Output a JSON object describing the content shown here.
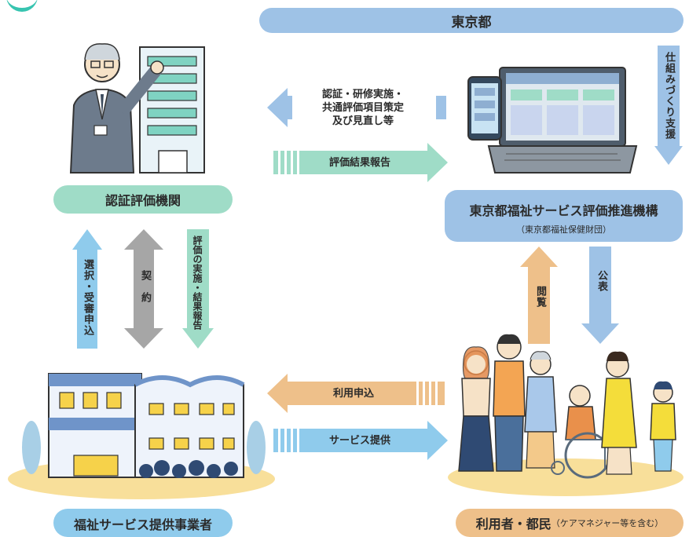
{
  "tokyo": "東京都",
  "cert_org": "認証評価機関",
  "promo_org": {
    "name": "東京都福祉サービス評価推進機構",
    "sub": "（東京都福祉保健財団）"
  },
  "provider": "福祉サービス提供事業者",
  "users": {
    "main": "利用者・都民",
    "sub": "（ケアマネジャー等を含む）"
  },
  "arrows": {
    "cert_training": [
      "認証・研修実施・",
      "共通評価項目策定",
      "及び見直し等"
    ],
    "report": "評価結果報告",
    "support": "仕組みづくり支援",
    "selection": "選択・受審申込",
    "contract": "契　約",
    "eval": "評価の実施・結果報告",
    "browse": "閲覧",
    "publish": "公表",
    "apply": "利用申込",
    "service": "サービス提供"
  },
  "colors": {
    "blue": "#9ec2e6",
    "teal": "#9fdcc7",
    "orange": "#eec08a",
    "gray": "#a6a6a6",
    "sky": "#8fcbec"
  }
}
